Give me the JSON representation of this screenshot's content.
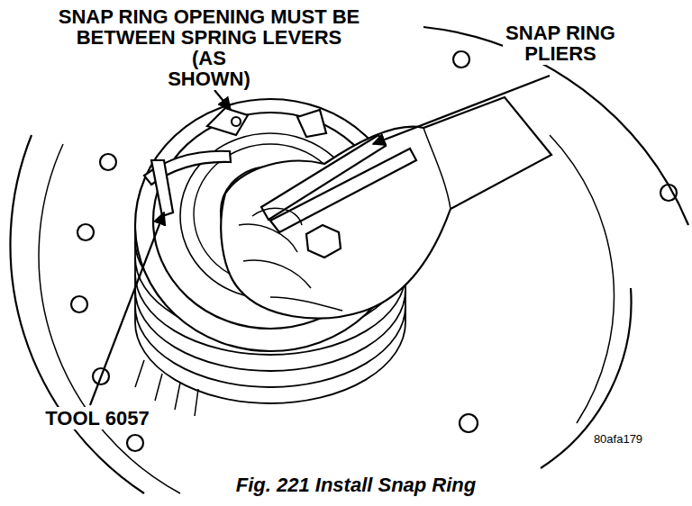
{
  "diagram": {
    "caption": "Fig. 221 Install Snap Ring",
    "labels": [
      "SNAP RING OPENING MUST BE BETWEEN SPRING LEVERS (AS SHOWN)",
      "SNAP RING PLIERS",
      "TOOL 6057",
      "80afa179"
    ]
  }
}
